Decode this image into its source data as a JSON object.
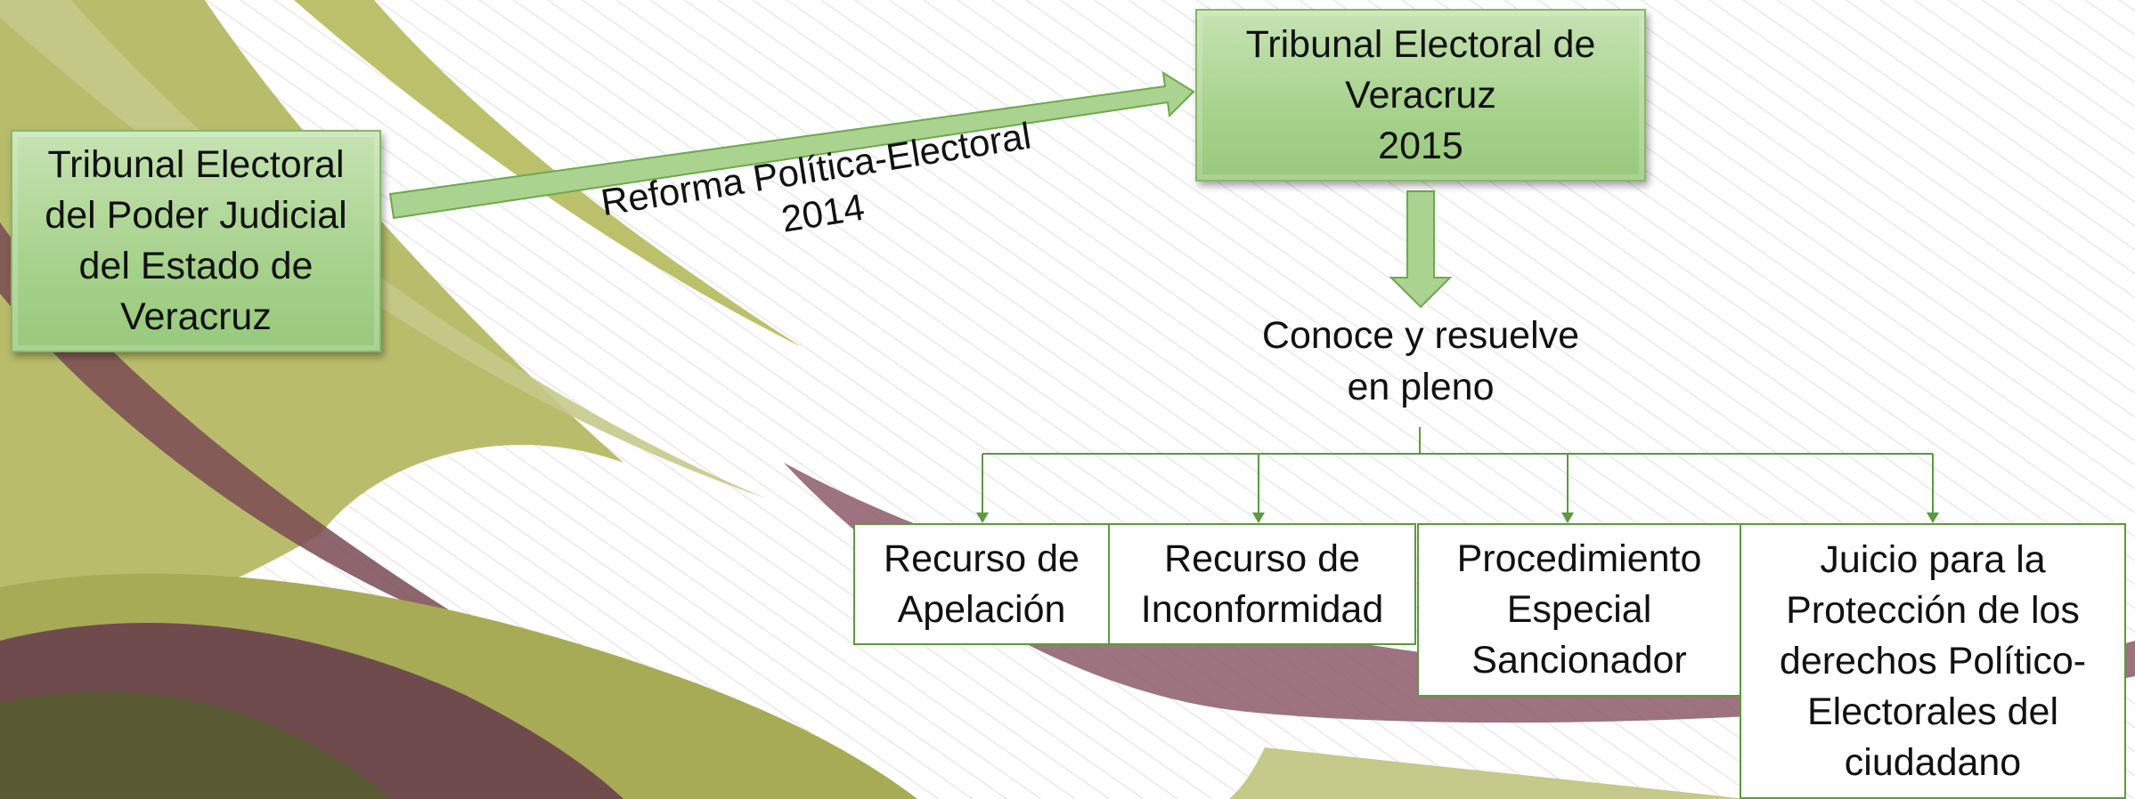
{
  "diagram": {
    "source_node": {
      "lines": [
        "Tribunal Electoral",
        "del Poder Judicial",
        "del Estado de",
        "Veracruz"
      ]
    },
    "transition_label": {
      "lines": [
        "Reforma Política-Electoral",
        "2014"
      ]
    },
    "target_node": {
      "lines": [
        "Tribunal Electoral de",
        "Veracruz",
        "2015"
      ]
    },
    "function_label": {
      "lines": [
        "Conoce y resuelve",
        "en pleno"
      ]
    },
    "branches": [
      {
        "lines": [
          "Recurso de",
          "Apelación"
        ]
      },
      {
        "lines": [
          "Recurso de",
          "Inconformidad"
        ]
      },
      {
        "lines": [
          "Procedimiento",
          "Especial",
          "Sancionador"
        ]
      },
      {
        "lines": [
          "Juicio para la",
          "Protección de los",
          "derechos Político-",
          "Electorales del",
          "ciudadano"
        ]
      }
    ]
  },
  "colors": {
    "box_fill": "#a9d38f",
    "box_border": "#86b86a",
    "connector": "#5c9a3e",
    "swoosh_olive": "#b9bd6b",
    "swoosh_maroon": "#7a4a52"
  }
}
